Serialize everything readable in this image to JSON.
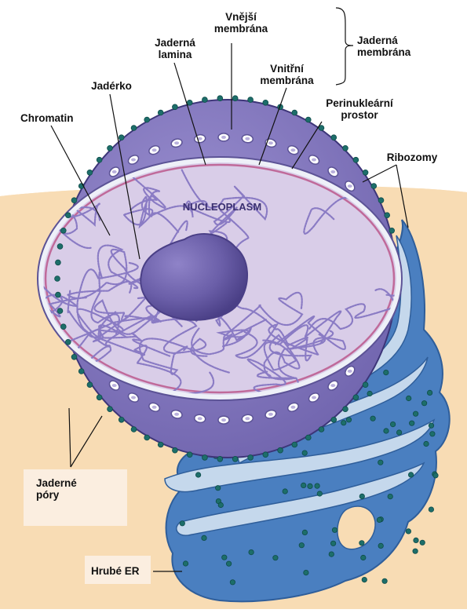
{
  "labels": {
    "vnejsi_membrana": "Vnější\nmembrána",
    "jaderna_membrana": "Jaderná\nmembrána",
    "jaderna_lamina": "Jaderná\nlamina",
    "vnitrni_membrana": "Vnitřní\nmembrána",
    "jaderko": "Jadérko",
    "chromatin": "Chromatin",
    "perinuklearni_prostor": "Perinukleární\nprostor",
    "ribozomy": "Ribozomy",
    "nucleoplasm": "NUCLEOPLASM",
    "jaderne_pory": "Jaderné\npóry",
    "hrube_er": "Hrubé ER"
  },
  "colors": {
    "cytoplasm": "#f8dcb4",
    "nuclear_envelope": "#7a6aae",
    "nucleoplasm": "#d9cde8",
    "chromatin": "#8a7bc4",
    "nucleolus": "#6f64b2",
    "lamina": "#c06a9a",
    "er": "#4a7fc0",
    "er_lumen": "#c5d8ec",
    "ribosome": "#1d6e6a"
  }
}
